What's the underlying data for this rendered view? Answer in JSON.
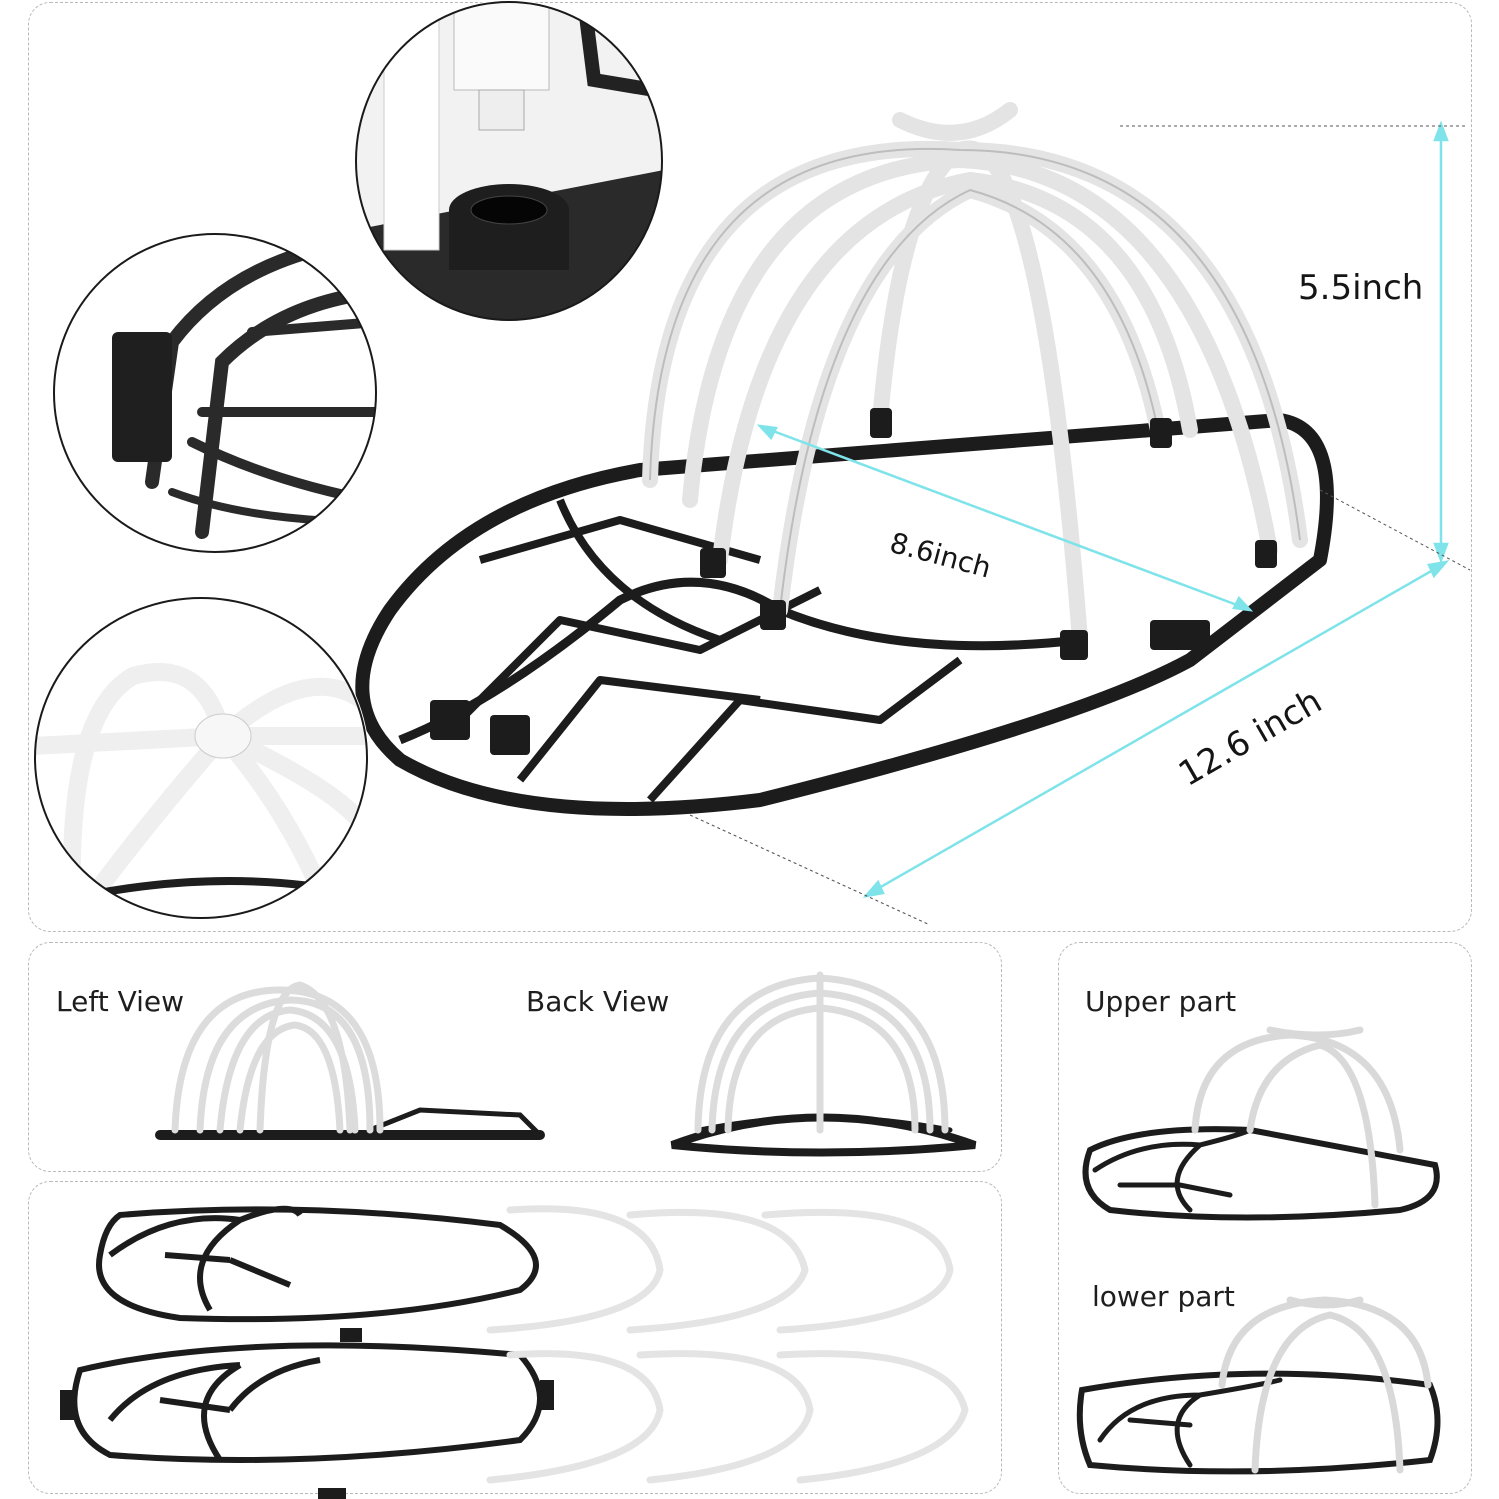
{
  "dimensions": {
    "height": "5.5inch",
    "width": "8.6inch",
    "length": "12.6 inch"
  },
  "views": {
    "left_view": "Left View",
    "back_view": "Back View"
  },
  "parts": {
    "upper": "Upper part",
    "lower": "lower part"
  },
  "colors": {
    "frame": "#1c1c1c",
    "arch": "#e6e6e6",
    "arrow": "#7fe3ea"
  }
}
